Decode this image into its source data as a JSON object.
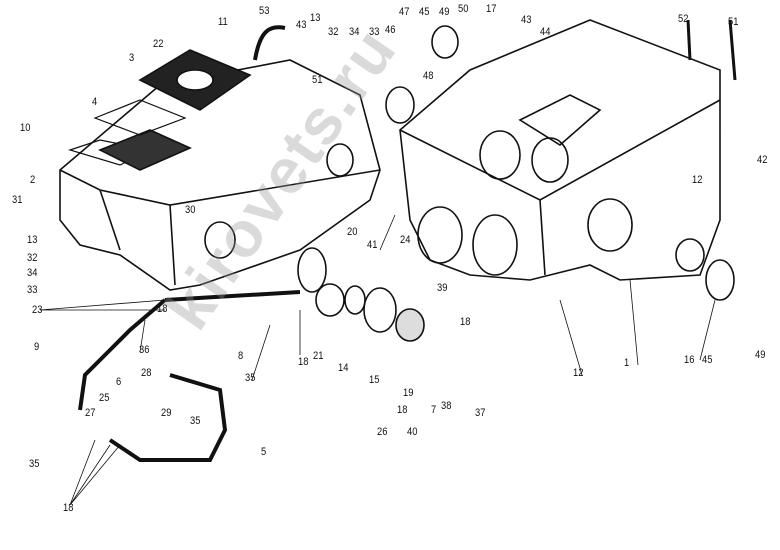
{
  "watermark": "kirovets.ru",
  "labels": [
    "53",
    "43",
    "11",
    "13",
    "32",
    "34",
    "33",
    "46",
    "47",
    "45",
    "49",
    "50",
    "17",
    "43",
    "44",
    "52",
    "51",
    "22",
    "3",
    "51",
    "48",
    "4",
    "10",
    "2",
    "31",
    "30",
    "42",
    "12",
    "20",
    "41",
    "24",
    "13",
    "32",
    "34",
    "33",
    "23",
    "39",
    "18",
    "21",
    "18",
    "8",
    "36",
    "35",
    "9",
    "18",
    "14",
    "15",
    "19",
    "16",
    "45",
    "49",
    "1",
    "12",
    "28",
    "6",
    "25",
    "27",
    "29",
    "35",
    "38",
    "37",
    "7",
    "26",
    "18",
    "40",
    "5",
    "35",
    "18"
  ]
}
